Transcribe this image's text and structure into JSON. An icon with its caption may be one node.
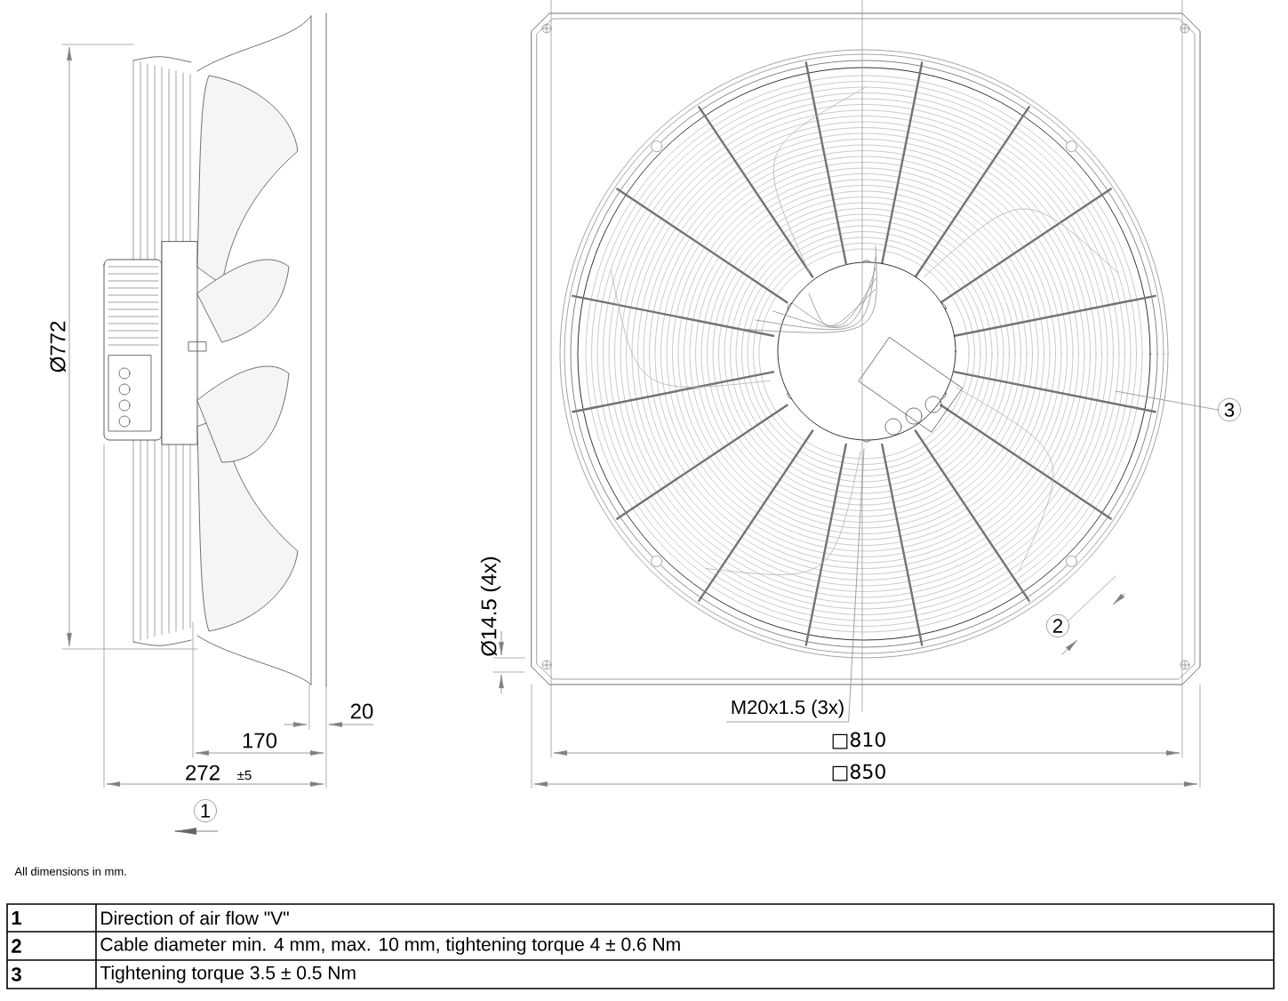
{
  "diagram": {
    "nodes": [
      {
        "text": [
          "1"
        ]
      },
      {
        "text": [
          "2"
        ]
      },
      {
        "text": [
          "3"
        ]
      },
      {
        "text": [
          "M20x1.5 (3x)"
        ]
      }
    ],
    "edges": [
      {
        "from": 2,
        "to": null,
        "arrow": "none"
      },
      {
        "from": 3,
        "to": null,
        "arrow": "none"
      }
    ],
    "labels": [
      "Ø772",
      "20",
      "170",
      "272",
      "±5",
      "Ø14.5 (4x)",
      "□810",
      "□850",
      "All dimensions in mm.",
      "1",
      "Direction of air flow \"V\"",
      "2",
      "Cable diameter min. 4 mm, max. 10 mm, tightening torque 4 ± 0.6 Nm",
      "3",
      "Tightening torque 3.5 ± 0.5 Nm"
    ]
  }
}
